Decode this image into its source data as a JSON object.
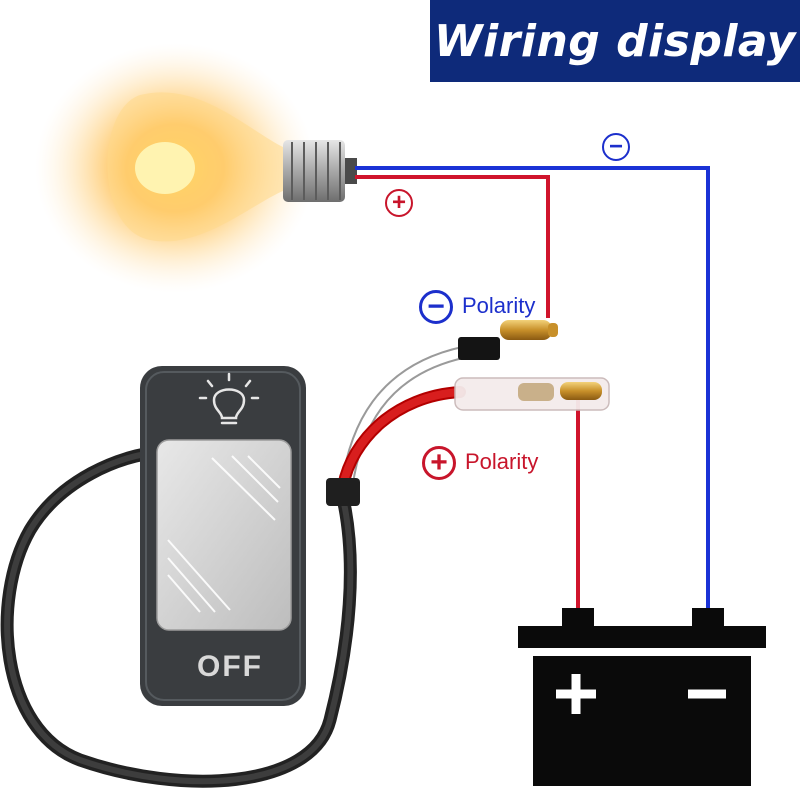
{
  "title": "Wiring display",
  "signs": {
    "minus": "−",
    "plus": "+"
  },
  "labels": {
    "negative": "Polarity",
    "positive": "Polarity"
  },
  "switch": {
    "off": "OFF"
  },
  "colors": {
    "banner": "#0e2a7a",
    "positive_wire": "#d0142c",
    "negative_wire": "#1a32d6",
    "positive_text": "#c8152b",
    "negative_text": "#1c2fcc",
    "battery": "#0a0a0a",
    "switch_body": "#3a3d40",
    "switch_rocker": "#c9c9c9"
  },
  "icons": [
    "light-bulb",
    "switch-lamp-icon",
    "battery-icon"
  ]
}
